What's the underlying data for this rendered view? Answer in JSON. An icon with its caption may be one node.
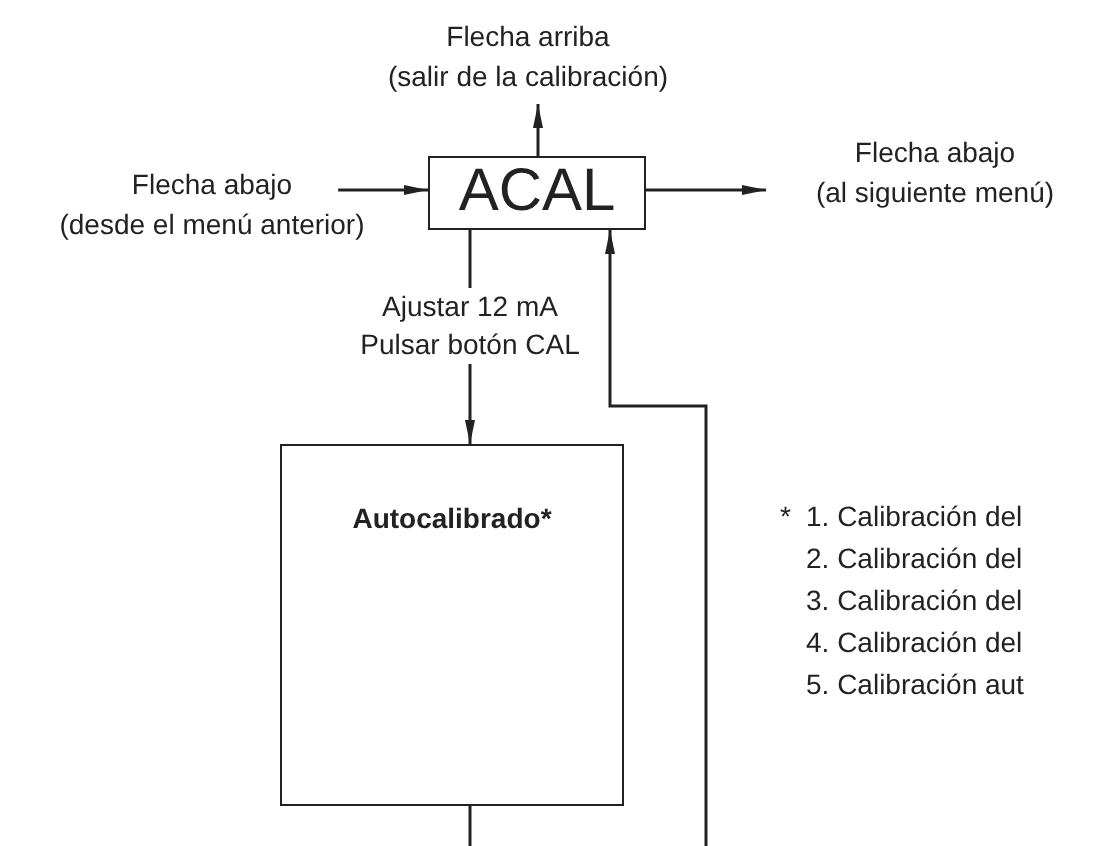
{
  "diagram": {
    "nodes": [
      {
        "text": [
          "ACAL"
        ]
      },
      {
        "text": [
          "Flecha arriba",
          "(salir de la calibración)"
        ]
      },
      {
        "text": [
          "Flecha abajo",
          "(desde el menú anterior)"
        ]
      },
      {
        "text": [
          "Flecha abajo",
          "(al siguiente menú)"
        ]
      },
      {
        "text": [
          "Autocalibrado*"
        ]
      }
    ],
    "edges": [
      {
        "from": 0,
        "to": 1,
        "arrow": "to"
      },
      {
        "from": 2,
        "to": 0,
        "arrow": "to"
      },
      {
        "from": 0,
        "to": 3,
        "arrow": "to"
      },
      {
        "from": 0,
        "to": 4,
        "arrow": "to",
        "label": "Ajustar 12 mA Pulsar botón CAL"
      },
      {
        "from": 4,
        "to": null,
        "arrow": "none"
      },
      {
        "from": null,
        "to": 0,
        "arrow": "to"
      }
    ],
    "labels": [
      "*",
      "1. Calibración del",
      "2. Calibración del",
      "3. Calibración del",
      "4. Calibración del",
      "5. Calibración aut"
    ]
  }
}
